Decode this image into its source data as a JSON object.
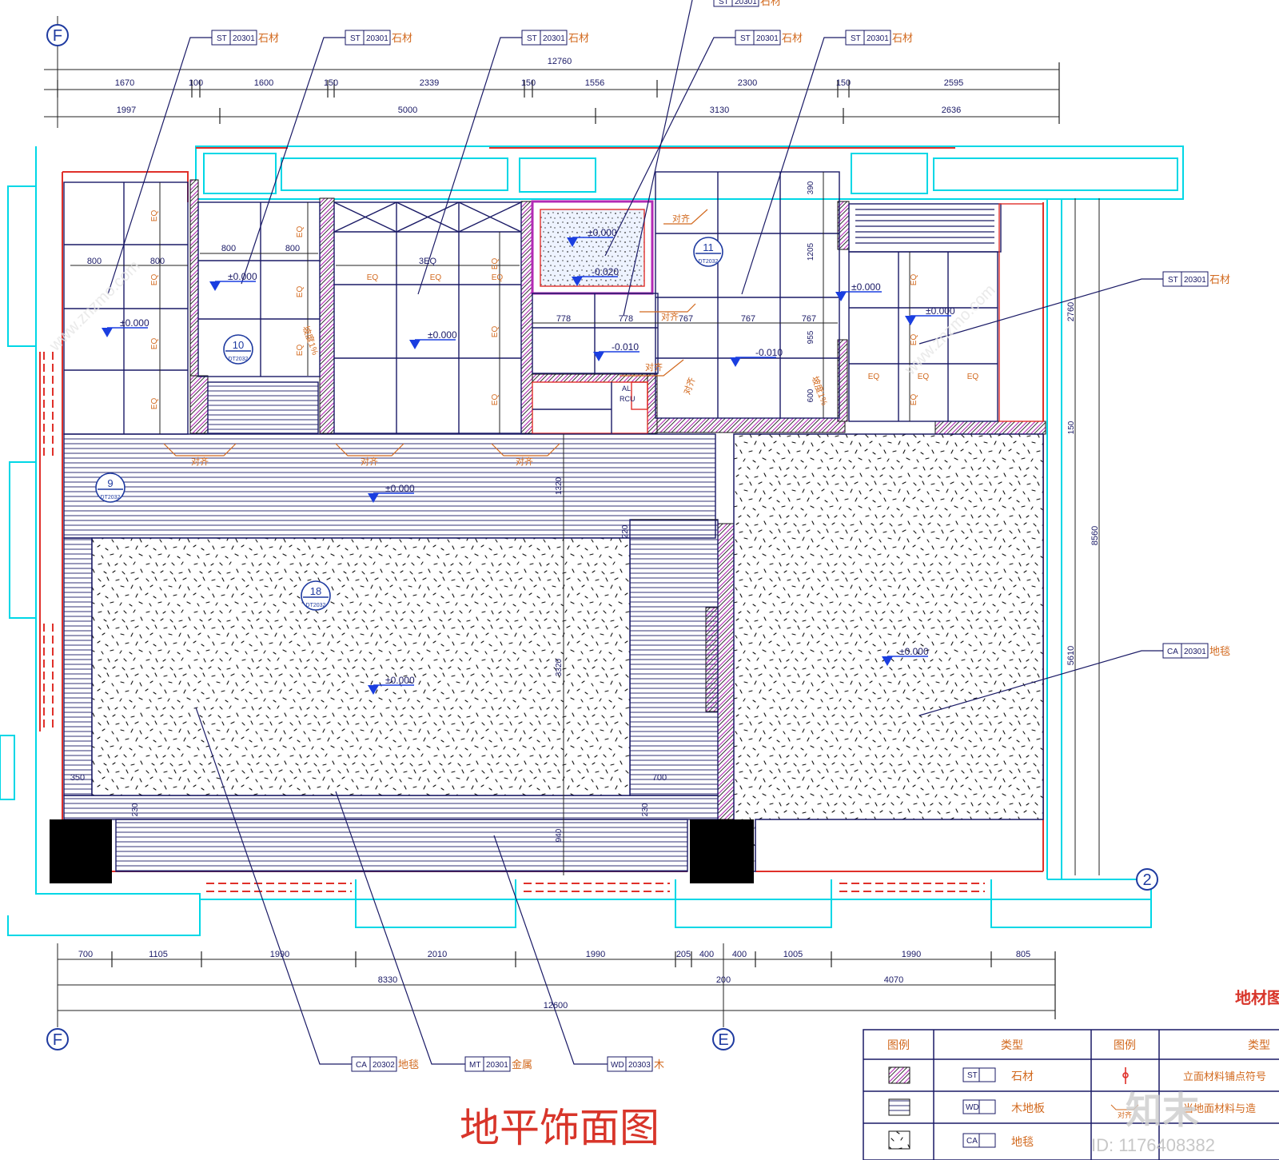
{
  "title": "地平饰面图",
  "grid_labels": {
    "top_left": "F",
    "bottom_left": "F",
    "bottom_mid": "E",
    "right": "2"
  },
  "dims_top": {
    "overall": "12760",
    "row1": [
      "1670",
      "100",
      "1600",
      "150",
      "2339",
      "150",
      "1556",
      "2300",
      "150",
      "2595"
    ],
    "row2": [
      "1997",
      "5000",
      "3130",
      "2636"
    ]
  },
  "dims_bottom": {
    "row1": [
      "700",
      "1105",
      "1990",
      "2010",
      "1990",
      "205",
      "400",
      "400",
      "1005",
      "1990",
      "805"
    ],
    "row2": [
      "8330",
      "200",
      "4070"
    ],
    "overall": "12600"
  },
  "dims_right": [
    "2760",
    "150",
    "8560",
    "5610"
  ],
  "dims_inner": {
    "w800a": "800",
    "w800b": "800",
    "w800c": "800",
    "w800d": "800",
    "w3eq": "3EQ",
    "w778a": "778",
    "w778b": "778",
    "w767a": "767",
    "w767b": "767",
    "w767c": "767",
    "h390": "390",
    "h1205": "1205",
    "h955": "955",
    "h600": "600",
    "h1320": "1320",
    "h220": "220",
    "h3320": "3320",
    "h940": "940",
    "h230a": "230",
    "h230b": "230",
    "w350": "350",
    "w700": "700"
  },
  "eq": "EQ",
  "align": "对齐",
  "slope": "坡度1%",
  "levels": {
    "zero": "±0.000",
    "m10": "-0.010",
    "m20": "-0.020"
  },
  "panel_labels": {
    "al": "AL",
    "rcu": "RCU"
  },
  "callouts": [
    {
      "num": "9",
      "ref": "DT2032"
    },
    {
      "num": "10",
      "ref": "DT2032"
    },
    {
      "num": "11",
      "ref": "DT2032"
    },
    {
      "num": "18",
      "ref": "DT2032"
    }
  ],
  "tags": {
    "st": {
      "code": "ST",
      "num": "20301",
      "name": "石材"
    },
    "st2": {
      "code": "ST",
      "num": "20301",
      "name": "石材"
    },
    "ca2": {
      "code": "CA",
      "num": "20302",
      "name": "地毯"
    },
    "ca1": {
      "code": "CA",
      "num": "20301",
      "name": "地毯"
    },
    "mt": {
      "code": "MT",
      "num": "20301",
      "name": "金属"
    },
    "wd": {
      "code": "WD",
      "num": "20303",
      "name": "木"
    }
  },
  "legend": {
    "title": "地材图",
    "col_legend": "图例",
    "col_type": "类型",
    "rows": [
      {
        "code": "ST",
        "name": "石材"
      },
      {
        "code": "WD",
        "name": "木地板"
      },
      {
        "code": "CA",
        "name": "地毯"
      }
    ],
    "right_rows": [
      "立面材料铺点符号",
      "当地面材料与造"
    ],
    "right_align": "对齐"
  },
  "watermark": {
    "logo": "知末",
    "id": "ID: 1176408382",
    "site": "www.znzmo.com"
  },
  "colors": {
    "wall_red": "#e0302a",
    "cyan": "#00e5ee",
    "navy": "#1a1a66",
    "orange": "#d2691e",
    "blue": "#1e3aa0",
    "hatch": "#b22bb5",
    "title": "#d8352a"
  }
}
